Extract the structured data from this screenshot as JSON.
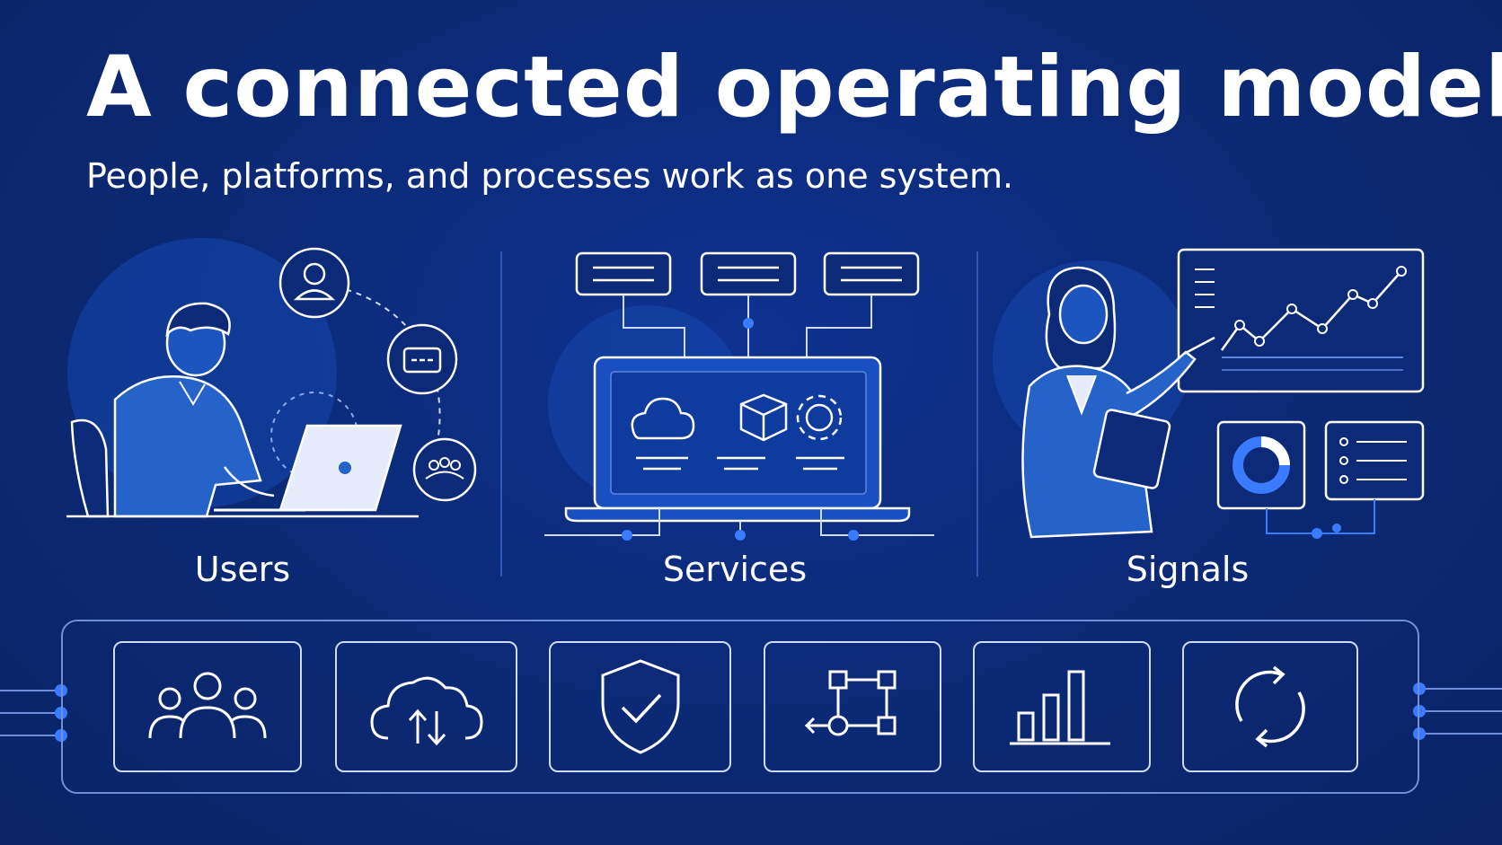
{
  "header": {
    "title": "A connected operating model",
    "subtitle": "People, platforms, and processes work as one system."
  },
  "columns": [
    {
      "label": "Users"
    },
    {
      "label": "Services"
    },
    {
      "label": "Signals"
    }
  ],
  "bottom_tiles": [
    {
      "icon": "people-group-icon"
    },
    {
      "icon": "cloud-sync-icon"
    },
    {
      "icon": "shield-check-icon"
    },
    {
      "icon": "workflow-icon"
    },
    {
      "icon": "bar-chart-icon"
    },
    {
      "icon": "refresh-cycle-icon"
    }
  ],
  "colors": {
    "background": "#0c2a78",
    "accent": "#3a7bff",
    "line": "#cfdaf5",
    "text": "#ffffff"
  }
}
